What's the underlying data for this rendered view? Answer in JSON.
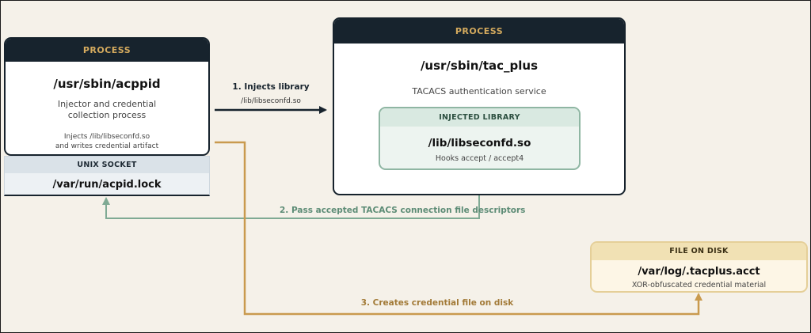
{
  "colors": {
    "process_header": "#17232d",
    "process_header_text": "#d4aa5e",
    "background": "#f5f1e9",
    "flow_inject": "#17232d",
    "flow_fd": "#7faa94",
    "flow_file": "#c99a4e"
  },
  "acppid": {
    "badge": "PROCESS",
    "path": "/usr/sbin/acppid",
    "desc_line1": "Injector and credential",
    "desc_line2": "collection process",
    "note_line1": "Injects /lib/libseconfd.so",
    "note_line2": "and writes credential artifact"
  },
  "socket": {
    "badge": "UNIX SOCKET",
    "path": "/var/run/acpid.lock"
  },
  "tac_plus": {
    "badge": "PROCESS",
    "path": "/usr/sbin/tac_plus",
    "desc": "TACACS authentication service"
  },
  "library": {
    "badge": "INJECTED LIBRARY",
    "path": "/lib/libseconfd.so",
    "desc": "Hooks accept / accept4"
  },
  "file": {
    "badge": "FILE ON DISK",
    "path": "/var/log/.tacplus.acct",
    "desc": "XOR-obfuscated credential material"
  },
  "edges": {
    "inject_label": "1. Injects library",
    "inject_sub": "/lib/libseconfd.so",
    "fd_label": "2. Pass accepted TACACS connection file descriptors",
    "file_label": "3. Creates credential file on disk"
  }
}
